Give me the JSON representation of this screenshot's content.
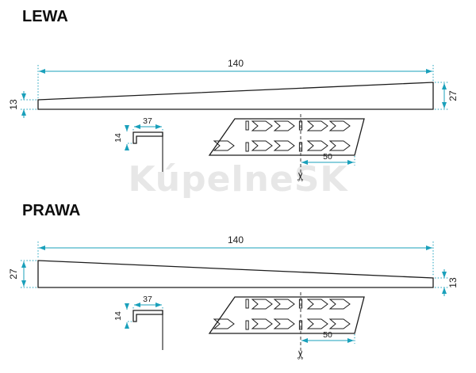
{
  "colors": {
    "dimension_accent": "#1aa0bb",
    "outline": "#1c1c1c",
    "watermark": "#e7e7e7"
  },
  "watermark_text": "KúpelneSK",
  "icons": {
    "scissors": "✂"
  },
  "sections": {
    "lewa": {
      "title": "LEWA",
      "dimensions": {
        "length": "140",
        "left_height": "13",
        "right_height": "27",
        "detail_width": "37",
        "detail_height": "14",
        "cut_spacing": "50"
      }
    },
    "prawa": {
      "title": "PRAWA",
      "dimensions": {
        "length": "140",
        "left_height": "27",
        "right_height": "13",
        "detail_width": "37",
        "detail_height": "14",
        "cut_spacing": "50"
      }
    }
  }
}
